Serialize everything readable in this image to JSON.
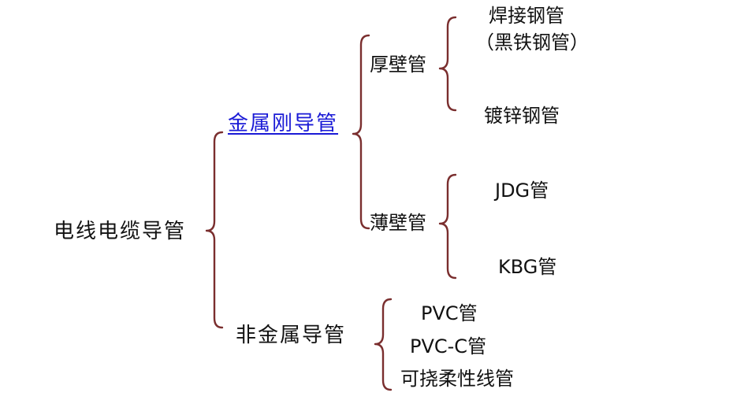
{
  "root": {
    "label": "电线电缆导管"
  },
  "metal": {
    "label": "金属刚导管",
    "thick_wall": {
      "label": "厚壁管",
      "items": [
        "焊接钢管",
        "（黑铁钢管）",
        "镀锌钢管"
      ]
    },
    "thin_wall": {
      "label": "薄壁管",
      "items": [
        "JDG管",
        "KBG管"
      ]
    }
  },
  "non_metal": {
    "label": "非金属导管",
    "items": [
      "PVC管",
      "PVC-C管",
      "可挠柔性线管"
    ]
  },
  "colors": {
    "brace": "#7a2e2e",
    "link": "#1a1ad6",
    "text": "#111111"
  }
}
